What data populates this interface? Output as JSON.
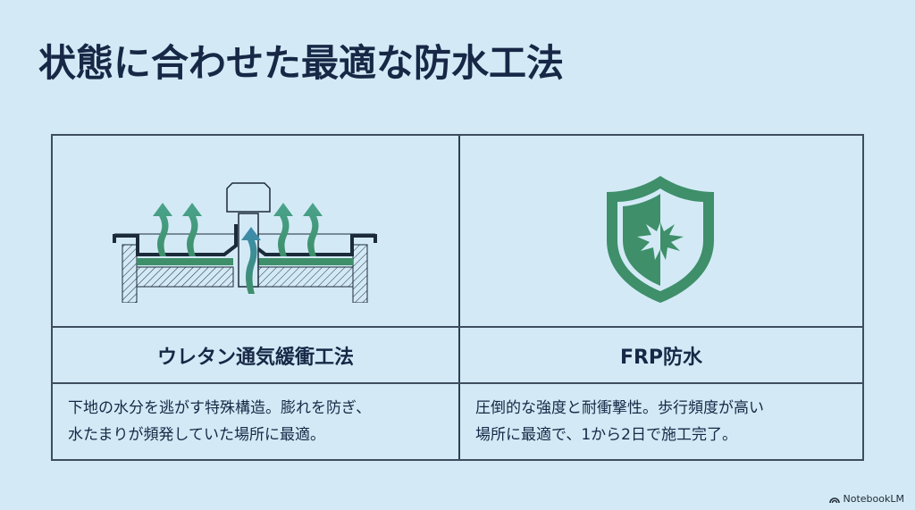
{
  "slide": {
    "title": "状態に合わせた最適な防水工法",
    "colors": {
      "background": "#d3eaf6",
      "text": "#172846",
      "border": "#3d4e5e",
      "accent_green": "#3e8f6a",
      "hatch": "#1c2b3a"
    },
    "columns": [
      {
        "icon": "vented-roof-diagram-icon",
        "heading": "ウレタン通気緩衝工法",
        "description_lines": [
          "下地の水分を逃がす特殊構造。膨れを防ぎ、",
          "水たまりが頻発していた場所に最適。"
        ]
      },
      {
        "icon": "shield-impact-icon",
        "heading": "FRP防水",
        "description_lines": [
          "圧倒的な強度と耐衝撃性。歩行頻度が高い",
          "場所に最適で、1から2日で施工完了。"
        ]
      }
    ]
  },
  "footer": {
    "brand": "NotebookLM",
    "icon": "notebooklm-logo-icon"
  }
}
